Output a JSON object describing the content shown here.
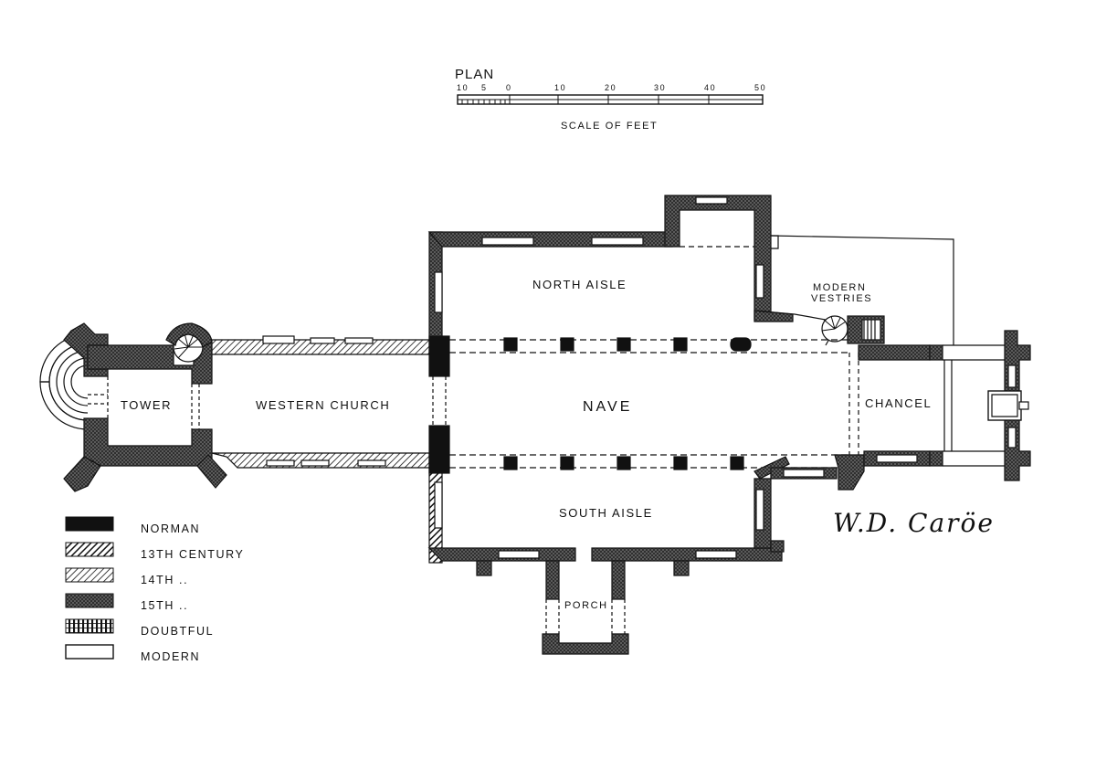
{
  "plan_title": "PLAN",
  "scale": {
    "caption": "SCALE OF FEET",
    "ticks": [
      "10",
      "5",
      "0",
      "10",
      "20",
      "30",
      "40",
      "50"
    ]
  },
  "rooms": {
    "north_aisle": "NORTH AISLE",
    "modern_vestries_1": "MODERN",
    "modern_vestries_2": "VESTRIES",
    "tower": "TOWER",
    "western_church": "WESTERN CHURCH",
    "nave": "NAVE",
    "chancel": "CHANCEL",
    "south_aisle": "SOUTH AISLE",
    "porch": "PORCH"
  },
  "legend": [
    {
      "label": "NORMAN",
      "pattern": "solid"
    },
    {
      "label": "13TH CENTURY",
      "pattern": "hatch-dense"
    },
    {
      "label": "14TH ..",
      "pattern": "hatch-light"
    },
    {
      "label": "15TH ..",
      "pattern": "cross"
    },
    {
      "label": "DOUBTFUL",
      "pattern": "vertical"
    },
    {
      "label": "MODERN",
      "pattern": "empty"
    }
  ],
  "signature": "W.D. Caröe",
  "colors": {
    "ink": "#111111",
    "paper": "#ffffff"
  }
}
